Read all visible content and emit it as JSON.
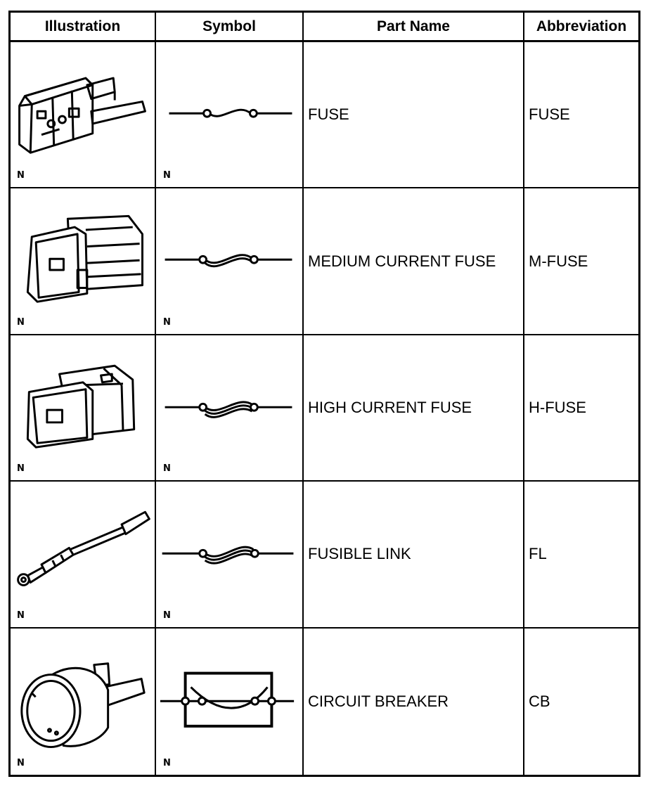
{
  "headers": {
    "illustration": "Illustration",
    "symbol": "Symbol",
    "part_name": "Part Name",
    "abbreviation": "Abbreviation"
  },
  "rows": [
    {
      "part_name": "FUSE",
      "abbreviation": "FUSE",
      "illustration_mark": "N",
      "symbol_mark": "N",
      "illustration_icon": "blade-fuse-icon",
      "symbol_icon": "fuse-symbol-icon"
    },
    {
      "part_name": "MEDIUM CURRENT FUSE",
      "abbreviation": "M-FUSE",
      "illustration_mark": "N",
      "symbol_mark": "N",
      "illustration_icon": "medium-current-fuse-icon",
      "symbol_icon": "medium-current-fuse-symbol-icon"
    },
    {
      "part_name": "HIGH CURRENT FUSE",
      "abbreviation": "H-FUSE",
      "illustration_mark": "N",
      "symbol_mark": "N",
      "illustration_icon": "high-current-fuse-icon",
      "symbol_icon": "high-current-fuse-symbol-icon"
    },
    {
      "part_name": "FUSIBLE LINK",
      "abbreviation": "FL",
      "illustration_mark": "N",
      "symbol_mark": "N",
      "illustration_icon": "fusible-link-icon",
      "symbol_icon": "fusible-link-symbol-icon"
    },
    {
      "part_name": "CIRCUIT BREAKER",
      "abbreviation": "CB",
      "illustration_mark": "N",
      "symbol_mark": "N",
      "illustration_icon": "circuit-breaker-icon",
      "symbol_icon": "circuit-breaker-symbol-icon"
    }
  ]
}
